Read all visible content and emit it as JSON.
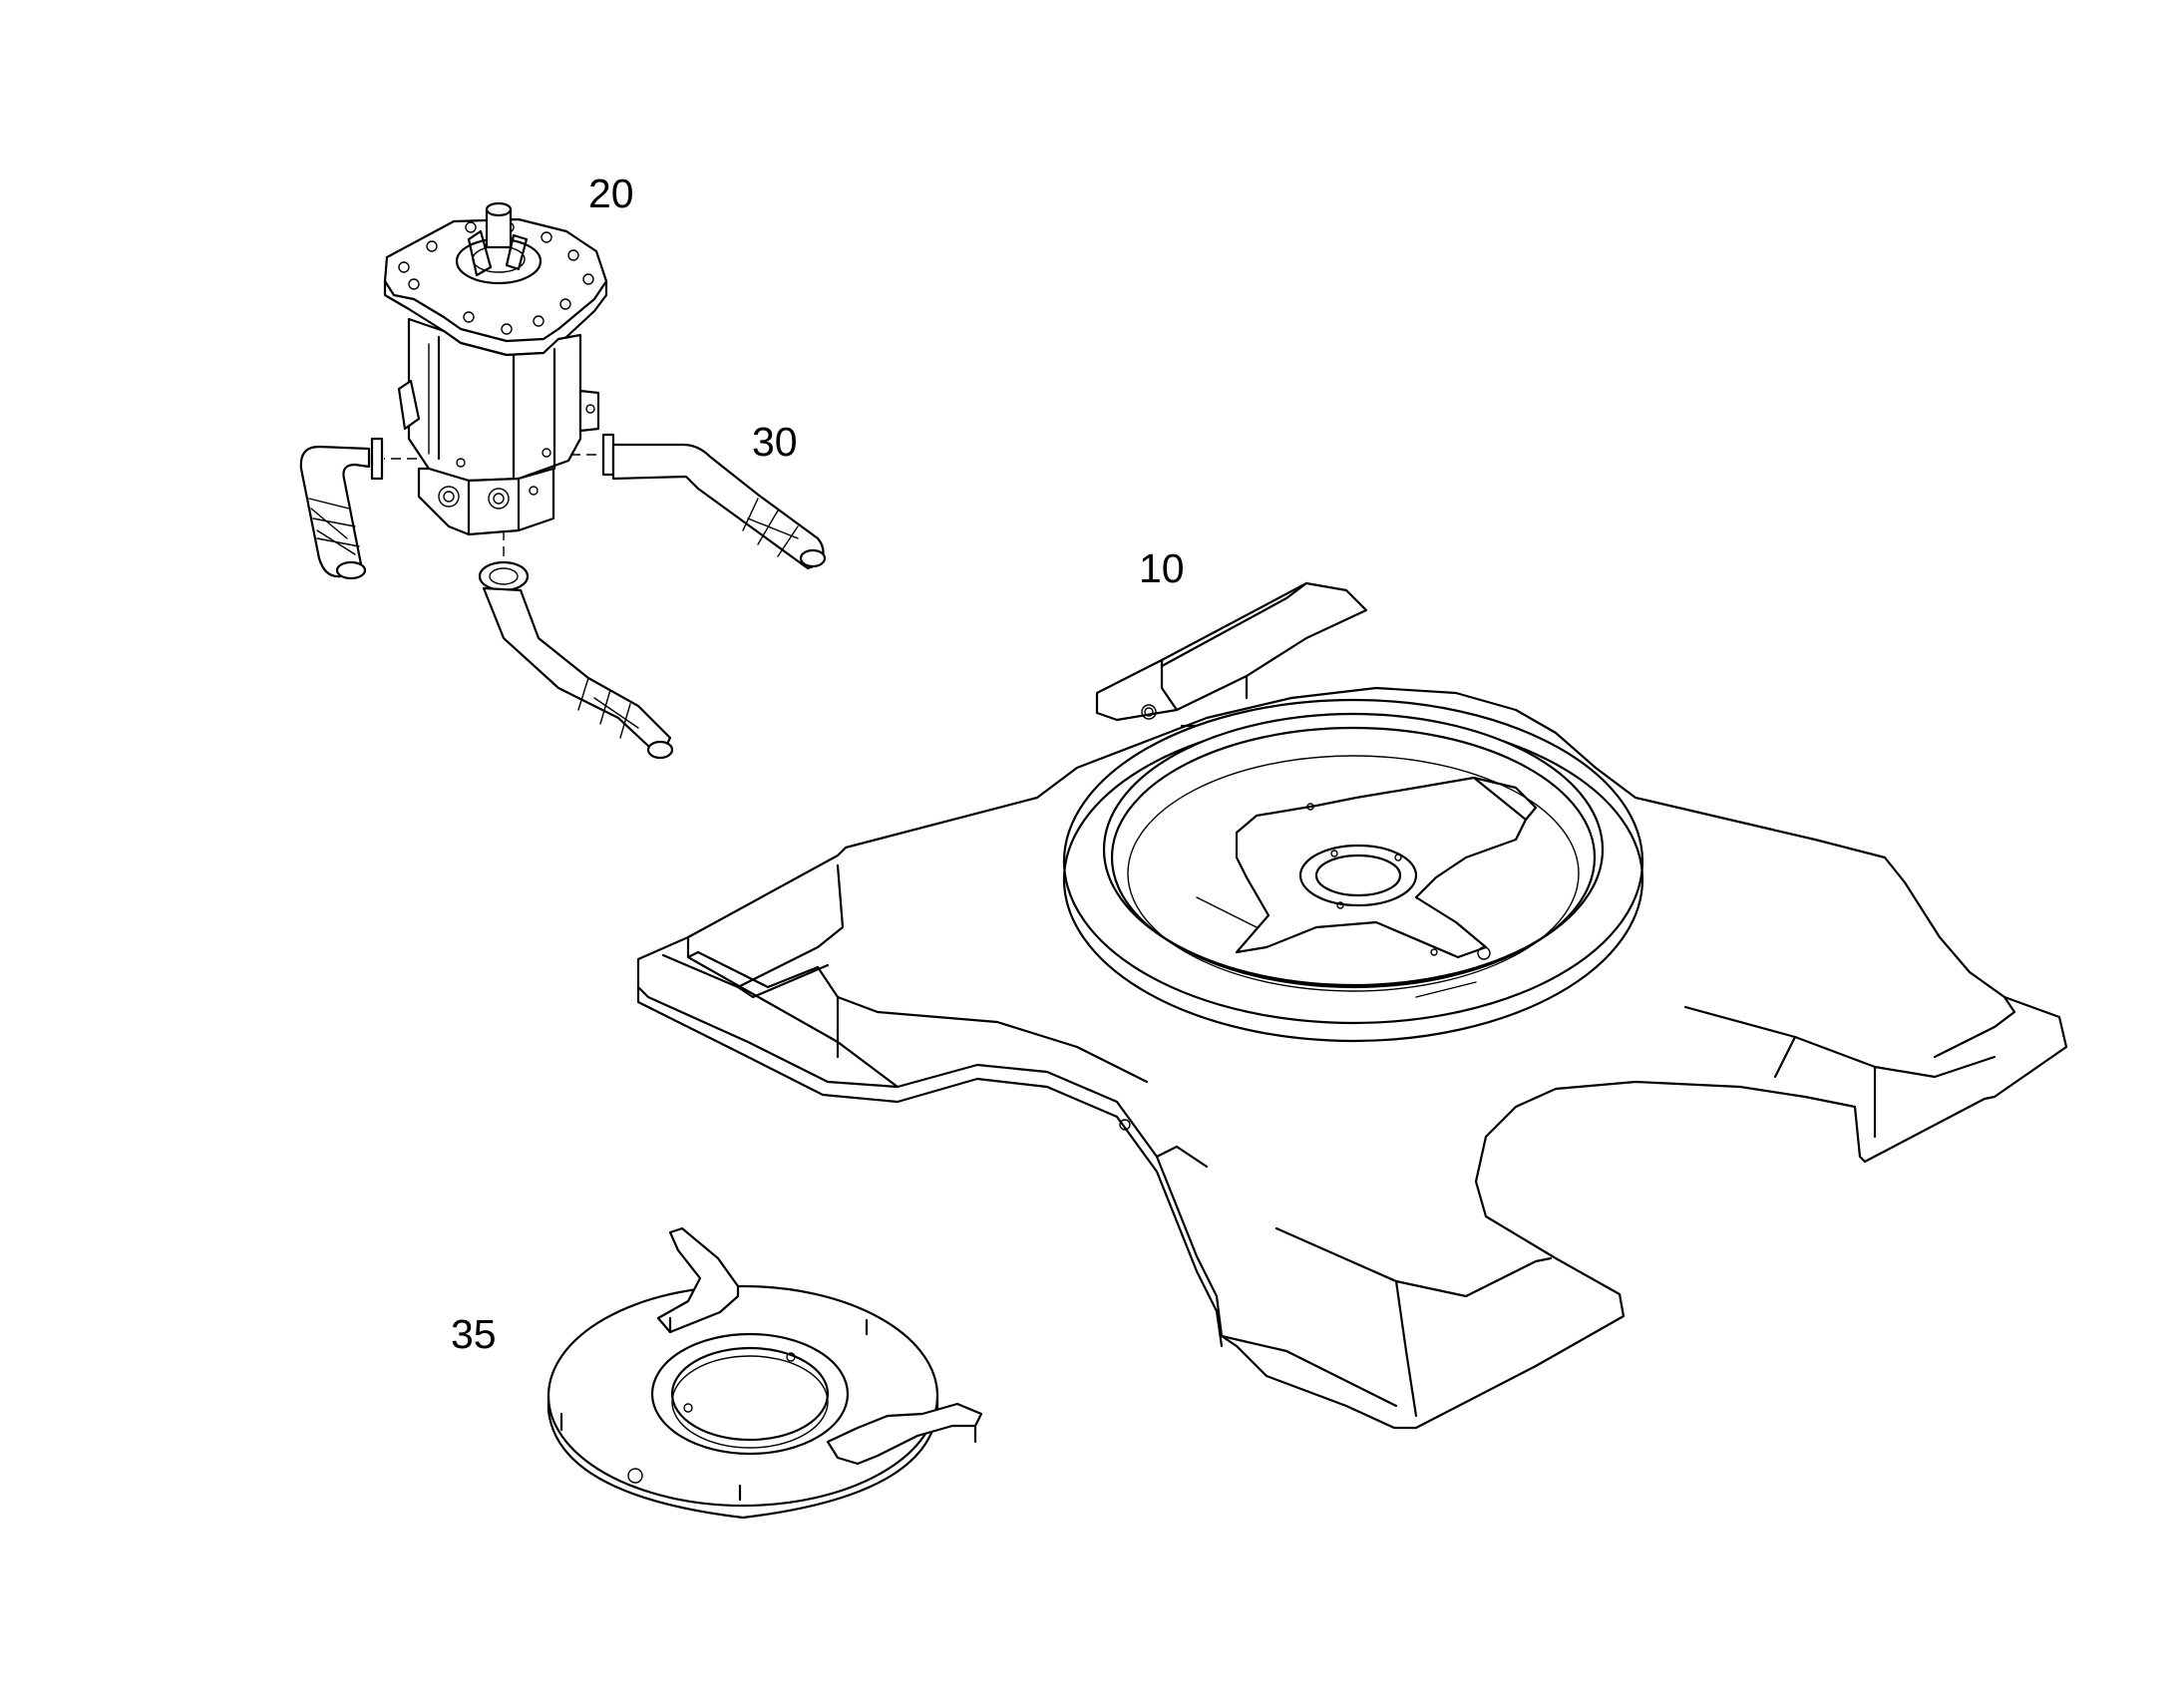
{
  "diagram": {
    "labels": {
      "base_frame": "10",
      "motor": "20",
      "hoses": "30",
      "cover_plate": "35"
    }
  }
}
